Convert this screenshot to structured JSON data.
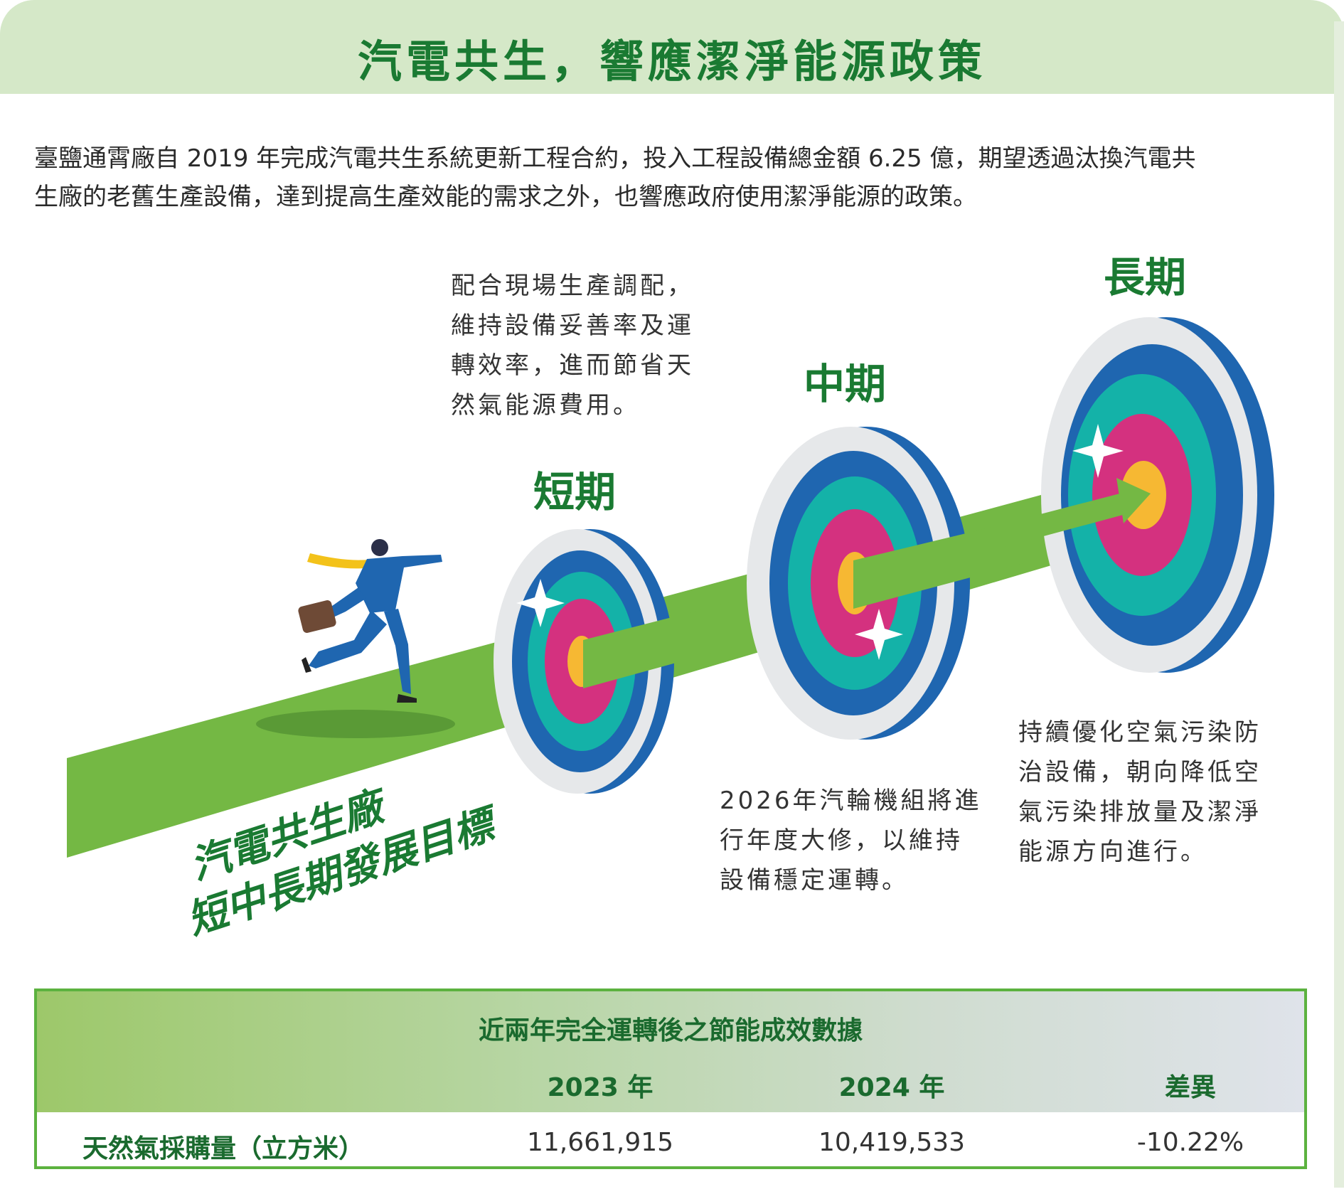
{
  "title": "汽電共生，響應潔淨能源政策",
  "intro": [
    "臺鹽通霄廠自 2019 年完成汽電共生系統更新工程合約，投入工程設備總金額 6.25 億，期望透過汰換汽電共",
    "生廠的老舊生產設備，達到提高生產效能的需求之外，也響應政府使用潔淨能源的政策。"
  ],
  "phases": {
    "short": {
      "label": "短期",
      "lines": [
        "配合現場生產調配，",
        "維持設備妥善率及運",
        "轉效率，進而節省天",
        "然氣能源費用。"
      ]
    },
    "mid": {
      "label": "中期",
      "lines": [
        "2026年汽輪機組將進",
        "行年度大修，以維持",
        "設備穩定運轉。"
      ]
    },
    "long": {
      "label": "長期",
      "lines": [
        "持續優化空氣污染防",
        "治設備，朝向降低空",
        "氣污染排放量及潔淨",
        "能源方向進行。"
      ]
    }
  },
  "goal_text": [
    "汽電共生廠",
    "短中長期發展目標"
  ],
  "table": {
    "title": "近兩年完全運轉後之節能成效數據",
    "headers": [
      "2023 年",
      "2024 年",
      "差異"
    ],
    "row_label": "天然氣採購量（立方米）",
    "values": [
      "11,661,915",
      "10,419,533",
      "-10.22%"
    ]
  },
  "colors": {
    "brand_green": "#1a7a32",
    "path_green": "#74b844",
    "ring_blue": "#1f66b0",
    "ring_teal": "#14b2a8",
    "ring_magenta": "#d4317f",
    "ring_yellow": "#f6b833"
  },
  "icons": [
    "sparkle-icon",
    "briefcase-icon",
    "arrow-head-icon"
  ]
}
